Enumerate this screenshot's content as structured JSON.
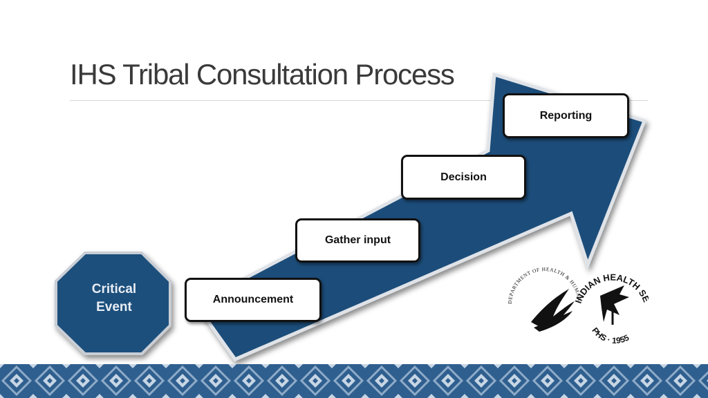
{
  "slide": {
    "title": "IHS Tribal Consultation Process"
  },
  "critical_event": {
    "label_line1": "Critical",
    "label_line2": "Event"
  },
  "steps": [
    {
      "label": "Announcement"
    },
    {
      "label": "Gather input"
    },
    {
      "label": "Decision"
    },
    {
      "label": "Reporting"
    }
  ],
  "logos": {
    "hhs_seal_text": "DEPARTMENT OF HEALTH & HUMAN SERVICES, USA",
    "ihs_top_text": "INDIAN HEALTH SERVICE",
    "ihs_bottom_text": "PHS · 1955"
  },
  "colors": {
    "arrow": "#1d4e7a",
    "octagon": "#1f4f7b",
    "border_pattern": "#2f5f8f",
    "title": "#3a3a3a"
  }
}
